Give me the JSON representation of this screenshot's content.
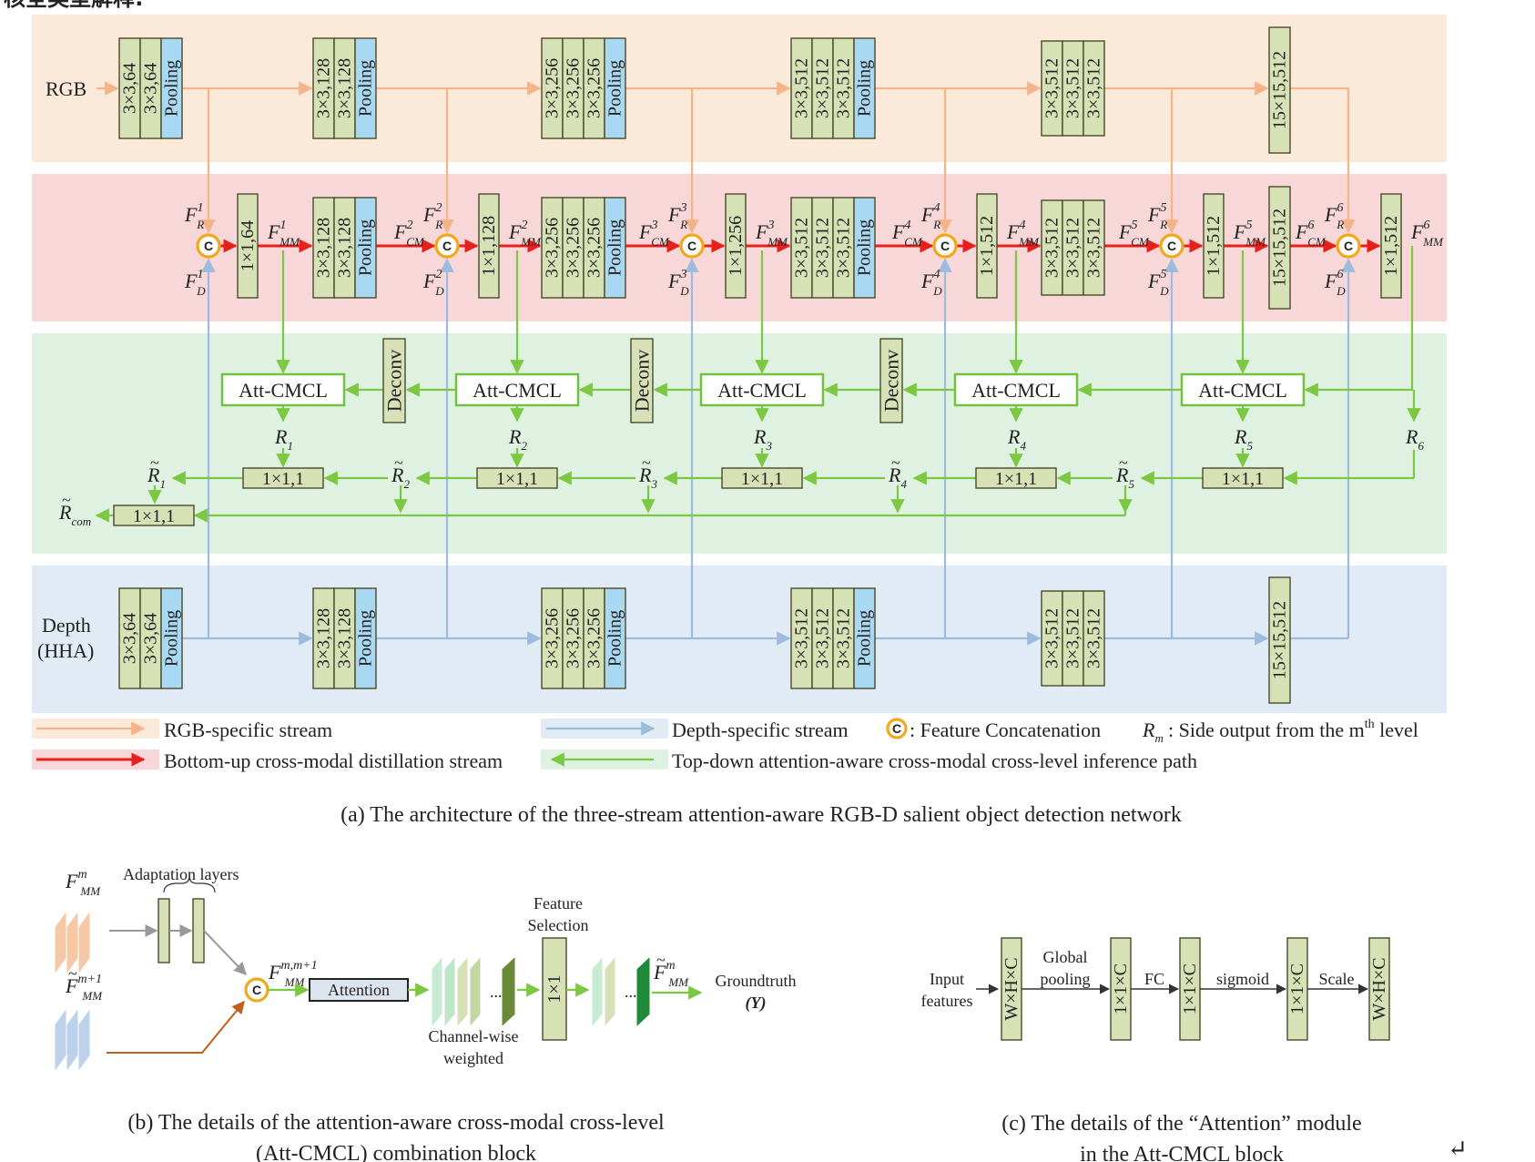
{
  "header_fragment": "核全类型解释:",
  "streams": {
    "rgb_label": "RGB",
    "depth_label_1": "Depth",
    "depth_label_2": "(HHA)"
  },
  "vgg_blocks": [
    [
      "3×3,64",
      "3×3,64",
      "Pooling"
    ],
    [
      "3×3,128",
      "3×3,128",
      "Pooling"
    ],
    [
      "3×3,256",
      "3×3,256",
      "3×3,256",
      "Pooling"
    ],
    [
      "3×3,512",
      "3×3,512",
      "3×3,512",
      "Pooling"
    ],
    [
      "3×3,512",
      "3×3,512",
      "3×3,512"
    ],
    [
      "15×15,512"
    ]
  ],
  "fusion_convs": [
    "1×1,64",
    "1×1,128",
    "1×1,256",
    "1×1,512",
    "1×1,512",
    "1×1,512"
  ],
  "concat_symbol": "C",
  "att_block_label": "Att-CMCL",
  "deconv_label": "Deconv",
  "side_conv_label": "1×1,1",
  "side_outputs": [
    "R1",
    "R2",
    "R3",
    "R4",
    "R5",
    "R6"
  ],
  "refined_outputs": [
    "R̃1",
    "R̃2",
    "R̃3",
    "R̃4",
    "R̃5"
  ],
  "combined_output": "R̃com",
  "legend": {
    "rgb": "RGB-specific stream",
    "depth": "Depth-specific stream",
    "concat": ": Feature Concatenation",
    "side": ": Side output from the m",
    "side_sup": "th",
    "side_end": " level",
    "red": "Bottom-up cross-modal distillation stream",
    "green": "Top-down attention-aware cross-modal cross-level inference path",
    "colors": {
      "rgb": "#f5b38a",
      "depth": "#9dbbdc",
      "red": "#e8201c",
      "green": "#7cc843"
    }
  },
  "caption_a": "(a) The architecture of the three-stream attention-aware RGB-D salient object detection network",
  "panel_b": {
    "adaptation_layers": "Adaptation layers",
    "attention": "Attention",
    "feature_selection_1": "Feature",
    "feature_selection_2": "Selection",
    "conv": "1×1",
    "channel_wise_1": "Channel-wise",
    "channel_wise_2": "weighted",
    "ellipsis": "...",
    "groundtruth": "Groundtruth",
    "y": "(Y)"
  },
  "caption_b_1": "(b) The details of the attention-aware cross-modal cross-level",
  "caption_b_2": "(Att-CMCL) combination block",
  "panel_c": {
    "input_1": "Input",
    "input_2": "features",
    "whc": "W×H×C",
    "global_1": "Global",
    "global_2": "pooling",
    "one": "1×1×C",
    "fc": "FC",
    "sigmoid": "sigmoid",
    "scale": "Scale"
  },
  "caption_c_1": "(c) The details of the “Attention” module",
  "caption_c_2": "in the Att-CMCL block",
  "return_mark": "↵"
}
